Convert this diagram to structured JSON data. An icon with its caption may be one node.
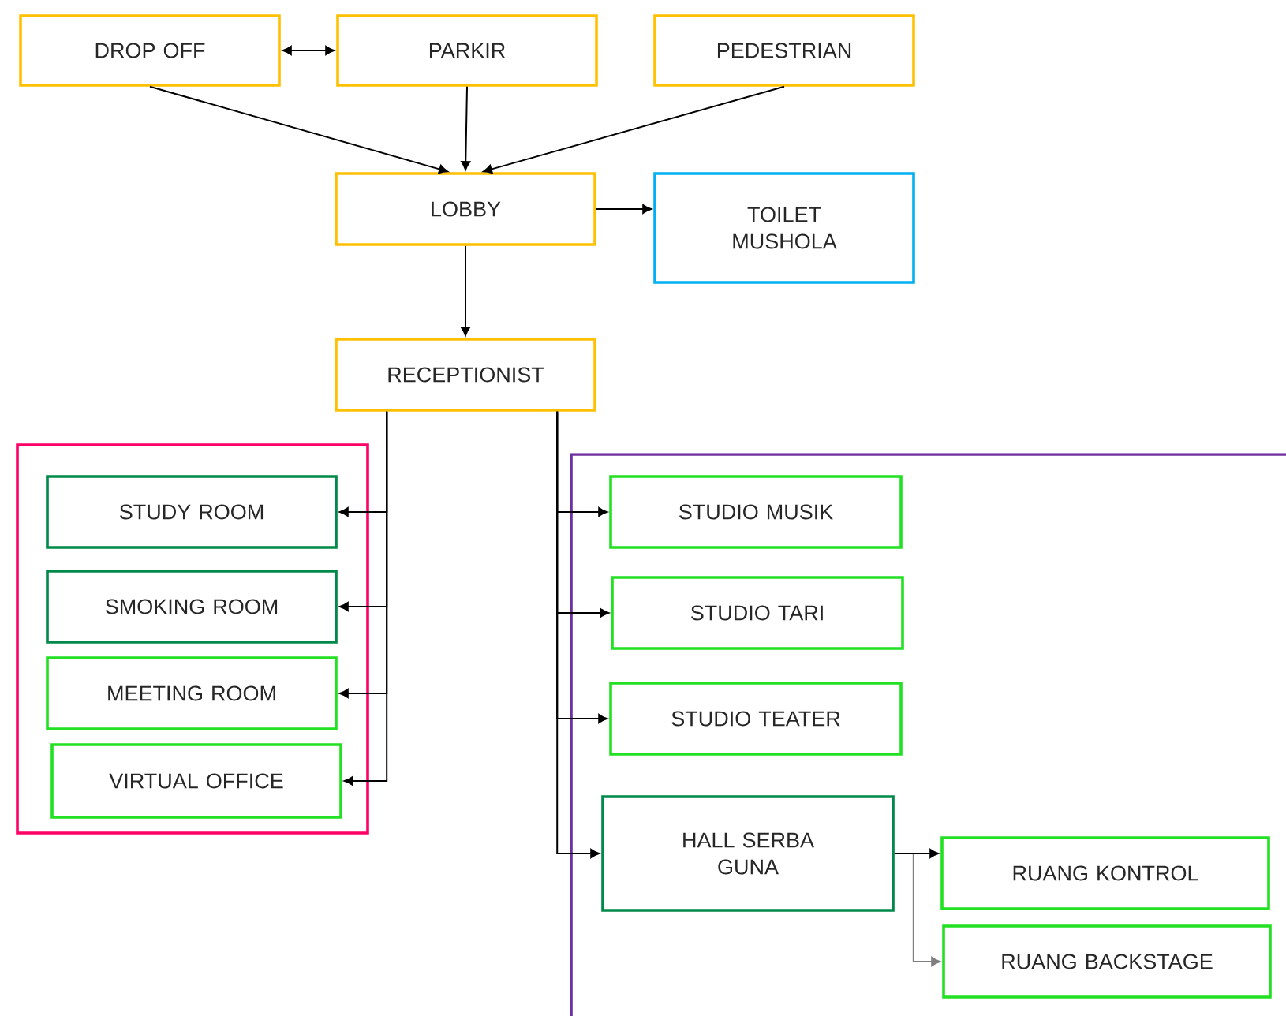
{
  "diagram": {
    "nodes": [
      {
        "text": [
          "DROP OFF"
        ]
      },
      {
        "text": [
          "PARKIR"
        ]
      },
      {
        "text": [
          "PEDESTRIAN"
        ]
      },
      {
        "text": [
          "LOBBY"
        ]
      },
      {
        "text": [
          "TOILET MUSHOLA"
        ]
      },
      {
        "text": [
          "RECEPTIONIST"
        ]
      },
      {
        "text": [],
        "shape": "box"
      },
      {
        "text": [
          "STUDY ROOM"
        ],
        "in": 6
      },
      {
        "text": [
          "SMOKING ROOM"
        ],
        "in": 6
      },
      {
        "text": [
          "MEETING ROOM"
        ],
        "in": 6
      },
      {
        "text": [
          "VIRTUAL OFFICE"
        ],
        "in": 6
      },
      {
        "text": [],
        "shape": "box"
      },
      {
        "text": [
          "STUDIO MUSIK"
        ],
        "in": 11
      },
      {
        "text": [
          "STUDIO TARI"
        ],
        "in": 11
      },
      {
        "text": [
          "STUDIO TEATER"
        ],
        "in": 11
      },
      {
        "text": [
          "HALL SERBA GUNA"
        ],
        "in": 11
      },
      {
        "text": [
          "RUANG KONTROL"
        ],
        "in": 11
      },
      {
        "text": [
          "RUANG BACKSTAGE"
        ],
        "in": 11
      }
    ],
    "edges": [
      {
        "from": 0,
        "to": 1,
        "arrow": "both"
      },
      {
        "from": 0,
        "to": 3,
        "arrow": "to"
      },
      {
        "from": 1,
        "to": 3,
        "arrow": "to"
      },
      {
        "from": 2,
        "to": 3,
        "arrow": "to"
      },
      {
        "from": 3,
        "to": 4,
        "arrow": "to"
      },
      {
        "from": 3,
        "to": 5,
        "arrow": "to"
      },
      {
        "from": 5,
        "to": 7,
        "arrow": "to"
      },
      {
        "from": 5,
        "to": 8,
        "arrow": "to"
      },
      {
        "from": 5,
        "to": 9,
        "arrow": "to"
      },
      {
        "from": 5,
        "to": 10,
        "arrow": "to"
      },
      {
        "from": 5,
        "to": 12,
        "arrow": "to"
      },
      {
        "from": 5,
        "to": 13,
        "arrow": "to"
      },
      {
        "from": 5,
        "to": 14,
        "arrow": "to"
      },
      {
        "from": 5,
        "to": 15,
        "arrow": "to"
      },
      {
        "from": 15,
        "to": 16,
        "arrow": "to"
      },
      {
        "from": 15,
        "to": 17,
        "arrow": "to",
        "color": "#7f7f7f"
      }
    ]
  }
}
